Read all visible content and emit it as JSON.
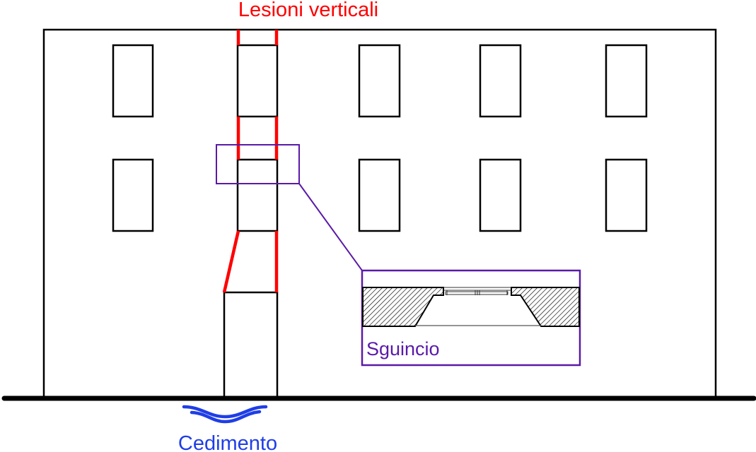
{
  "labels": {
    "cracks": "Lesioni verticali",
    "splay": "Sguincio",
    "settlement": "Cedimento"
  },
  "colors": {
    "outline": "#000000",
    "crack": "#ff0000",
    "callout": "#5a1aa8",
    "settlement": "#1f3ee6"
  },
  "facade": {
    "floors": 2,
    "window_columns": 5,
    "has_door_column": true
  }
}
